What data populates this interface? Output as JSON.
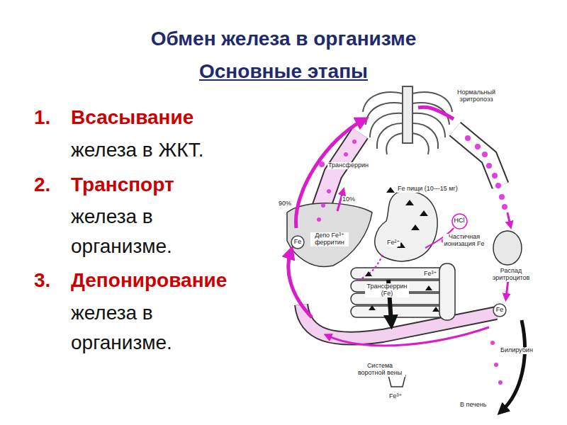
{
  "diagram": {
    "title": "Обмен железа в организме",
    "nodes": [
      {
        "text": [
          "HCl"
        ]
      },
      {
        "text": [
          "Fe"
        ]
      },
      {
        "text": [
          "Fe"
        ]
      }
    ],
    "labels": [
      "Основные этапы",
      "1.",
      "Всасывание",
      "железа в ЖКТ.",
      "2.",
      "Транспорт",
      "железа в организме.",
      "3.",
      "Депонирование",
      "железа в организме.",
      "Нормальный эритропоэз",
      "Трансферрин",
      "Fe пищи (10—15 мг)",
      "Частичная ионизация Fe",
      "90%",
      "10%",
      "Депо Fe³⁺ ферритин",
      "Fe²⁺",
      "Fe³⁺",
      "Трансферрин (Fe)",
      "Распад эритроцитов",
      "Билирубин",
      "Система воротной вены",
      "Fe³⁺",
      "В печень"
    ]
  }
}
